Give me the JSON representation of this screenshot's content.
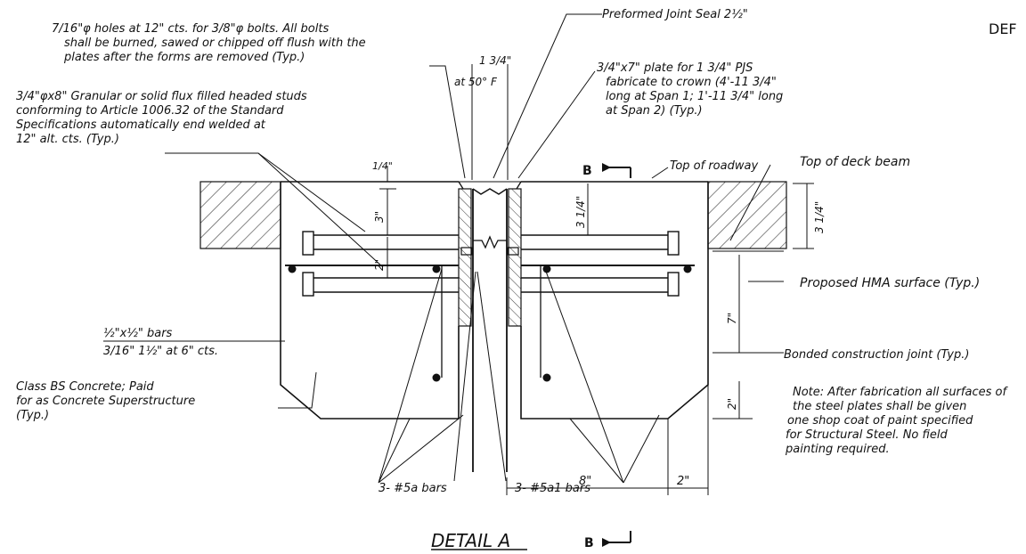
{
  "drawing": {
    "title": "DETAIL A",
    "corner_fragment": "DEF",
    "section_marker": "B"
  },
  "notes": {
    "holes": [
      "7/16\"φ holes at 12\" cts. for 3/8\"φ bolts. All bolts",
      "shall be burned, sawed or chipped off flush with the",
      "plates after the forms are removed (Typ.)"
    ],
    "studs": [
      "3/4\"φx8\" Granular or solid flux filled headed studs",
      "conforming to Article 1006.32 of the Standard",
      "Specifications automatically end welded at",
      "12\" alt. cts. (Typ.)"
    ],
    "seal": "Preformed Joint Seal 2½\"",
    "plate": [
      "3/4\"x7\" plate for 1 3/4\" PJS",
      "fabricate to crown (4'-11 3/4\"",
      "long at Span 1; 1'-11 3/4\" long",
      "at Span 2) (Typ.)"
    ],
    "top_roadway": "Top of roadway",
    "top_deck_beam": "Top of deck beam",
    "hma": "Proposed HMA surface (Typ.)",
    "bonded_joint": "Bonded construction joint (Typ.)",
    "fabrication_note": [
      "Note: After fabrication all surfaces of",
      "the steel plates shall be given",
      "one shop coat of paint specified",
      "for Structural Steel. No field",
      "painting required."
    ],
    "concrete": [
      "Class BS Concrete; Paid",
      "for as Concrete Superstructure",
      "(Typ.)"
    ],
    "bars_5a": "3- #5a bars",
    "bars_5a1": "3- #5a1 bars",
    "flat_bars": "½\"x½\" bars",
    "weld": "3/16\"  1½\" at 6\" cts."
  },
  "dimensions": {
    "gap_top": "1 3/4\"",
    "gap_temp": "at 50° F",
    "quarter": "1/4\"",
    "three": "3\"",
    "two_left": "2\"",
    "three_quarter_left": "3 1/4\"",
    "three_quarter_right": "3 1/4\"",
    "seven": "7\"",
    "two_right": "2\"",
    "eight": "8\"",
    "two_bottom": "2\""
  }
}
